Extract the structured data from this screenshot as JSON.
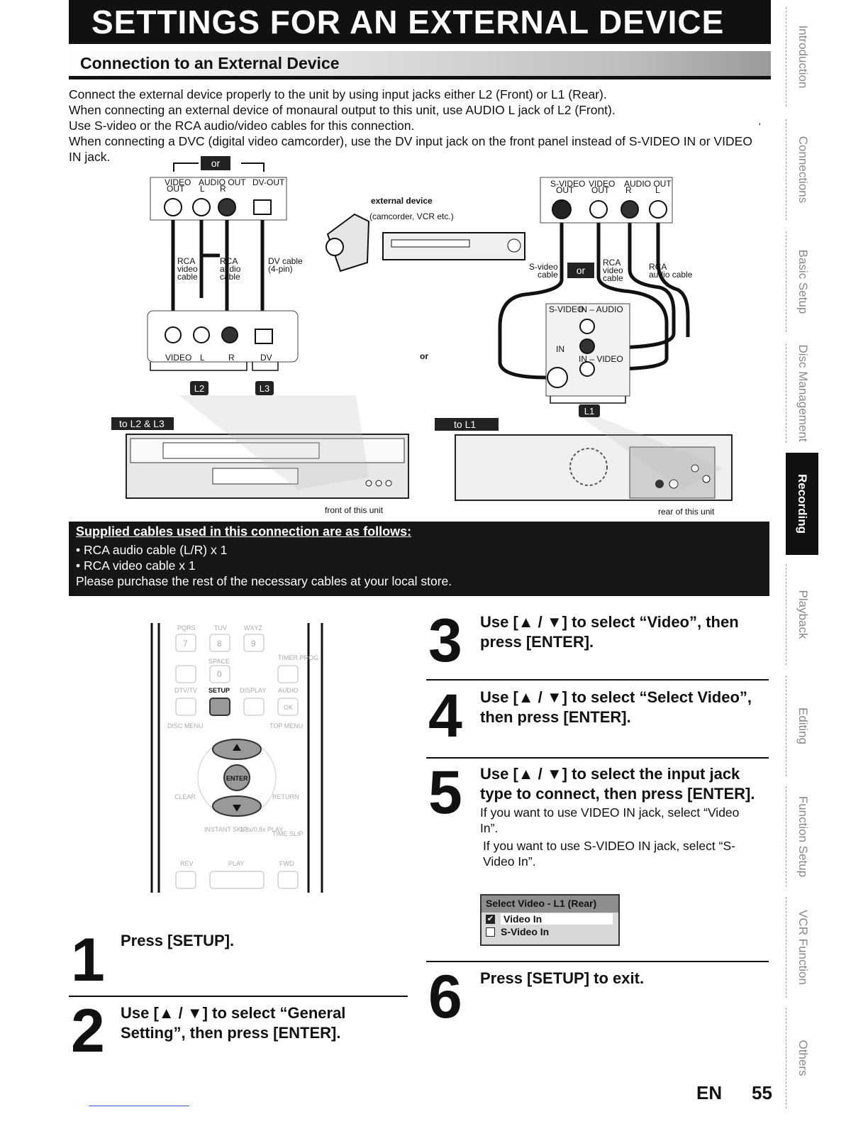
{
  "header": {
    "title": "SETTINGS FOR AN EXTERNAL DEVICE"
  },
  "section": {
    "heading": "Connection to an External Device"
  },
  "intro": [
    "Connect the external device properly to the unit by using input jacks either L2 (Front) or L1 (Rear).",
    "When connecting an external device of monaural output to this unit, use AUDIO L jack of L2 (Front).",
    "Use S-video or the RCA audio/video cables for this connection.",
    "When connecting a DVC (digital video camcorder), use the DV input jack on the front panel instead of S-VIDEO IN or VIDEO IN jack."
  ],
  "diagram": {
    "or_top": "or",
    "left_panel": {
      "video_out": "VIDEO",
      "video_out2": "OUT",
      "audio_out": "AUDIO OUT",
      "l": "L",
      "r": "R",
      "dv_out": "DV-OUT"
    },
    "rca_video": [
      "RCA",
      "video",
      "cable"
    ],
    "rca_audio": [
      "RCA",
      "audio",
      "cable"
    ],
    "dv_cable": [
      "DV cable",
      "(4-pin)"
    ],
    "front_jacks": {
      "video": "VIDEO",
      "l": "L",
      "r": "R",
      "dv": "DV"
    },
    "badge_l2": "L2",
    "badge_l3": "L3",
    "external_device": "external device",
    "external_device_sub": "(camcorder, VCR etc.)",
    "or_middle": "or",
    "right_panel": {
      "svideo": "S-VIDEO",
      "svideo2": "OUT",
      "video": "VIDEO",
      "video2": "OUT",
      "audio_out": "AUDIO OUT",
      "r": "R",
      "l": "L"
    },
    "svideo_cable": [
      "S-video",
      "cable"
    ],
    "or_right": "or",
    "rca_video_r": [
      "RCA",
      "video",
      "cable"
    ],
    "rca_audio_r": [
      "RCA",
      "audio cable"
    ],
    "rear_jacks": {
      "svideo": "S-VIDEO",
      "in_audio": "IN – AUDIO",
      "in": "IN",
      "in_video": "IN – VIDEO"
    },
    "badge_l1": "L1",
    "to_l2_l3": "to L2 & L3",
    "to_l1": "to L1",
    "front_caption": "front of this unit",
    "rear_caption": "rear of this unit"
  },
  "supplied": {
    "heading": "Supplied cables used in this connection are as follows:",
    "lines": [
      "• RCA audio cable (L/R) x 1",
      "• RCA video cable x 1",
      "Please purchase the rest of the necessary cables at your local store."
    ]
  },
  "remote": {
    "keys_row1_labels": [
      "PQRS",
      "TUV",
      "WXYZ"
    ],
    "keys_row1": [
      "7",
      "8",
      "9"
    ],
    "space": "SPACE",
    "timer_prog": "TIMER PROG.",
    "key0": "0",
    "dtv_tv": "DTV/TV",
    "setup": "SETUP",
    "display": "DISPLAY",
    "audio": "AUDIO",
    "ok": "OK",
    "disc_menu": "DISC MENU",
    "top_menu": "TOP MENU",
    "enter": "ENTER",
    "clear": "CLEAR",
    "return": "RETURN",
    "instant_skip": "INSTANT SKIP",
    "play_speed": "1.3x/0.8x PLAY",
    "time_slip": "TIME SLIP",
    "rev": "REV",
    "play": "PLAY",
    "fwd": "FWD"
  },
  "steps": {
    "s1": {
      "num": "1",
      "text": "Press [SETUP]."
    },
    "s2": {
      "num": "2",
      "text": "Use [▲ / ▼] to select “General Setting”, then press [ENTER]."
    },
    "s3": {
      "num": "3",
      "text": "Use [▲ / ▼] to select “Video”, then press [ENTER]."
    },
    "s4": {
      "num": "4",
      "text": "Use [▲ / ▼] to select “Select Video”, then press [ENTER]."
    },
    "s5": {
      "num": "5",
      "text": "Use [▲ / ▼] to select the input jack type to connect, then press [ENTER].",
      "sub1": "If you want to use VIDEO IN jack, select “Video In”.",
      "sub2": "If you want to use S-VIDEO IN jack, select “S-Video In”."
    },
    "s6": {
      "num": "6",
      "text": "Press [SETUP] to exit."
    }
  },
  "select_video": {
    "title": "Select Video - L1 (Rear)",
    "options": [
      {
        "label": "Video In",
        "checked": "✔"
      },
      {
        "label": "S-Video In",
        "checked": ""
      }
    ]
  },
  "sidebar": {
    "tabs": [
      "Introduction",
      "Connections",
      "Basic Setup",
      "Disc Management",
      "Recording",
      "Playback",
      "Editing",
      "Function Setup",
      "VCR Function",
      "Others"
    ],
    "active": "Recording"
  },
  "footer": {
    "lang": "EN",
    "page": "55"
  },
  "misc": {
    "tick": "'"
  }
}
